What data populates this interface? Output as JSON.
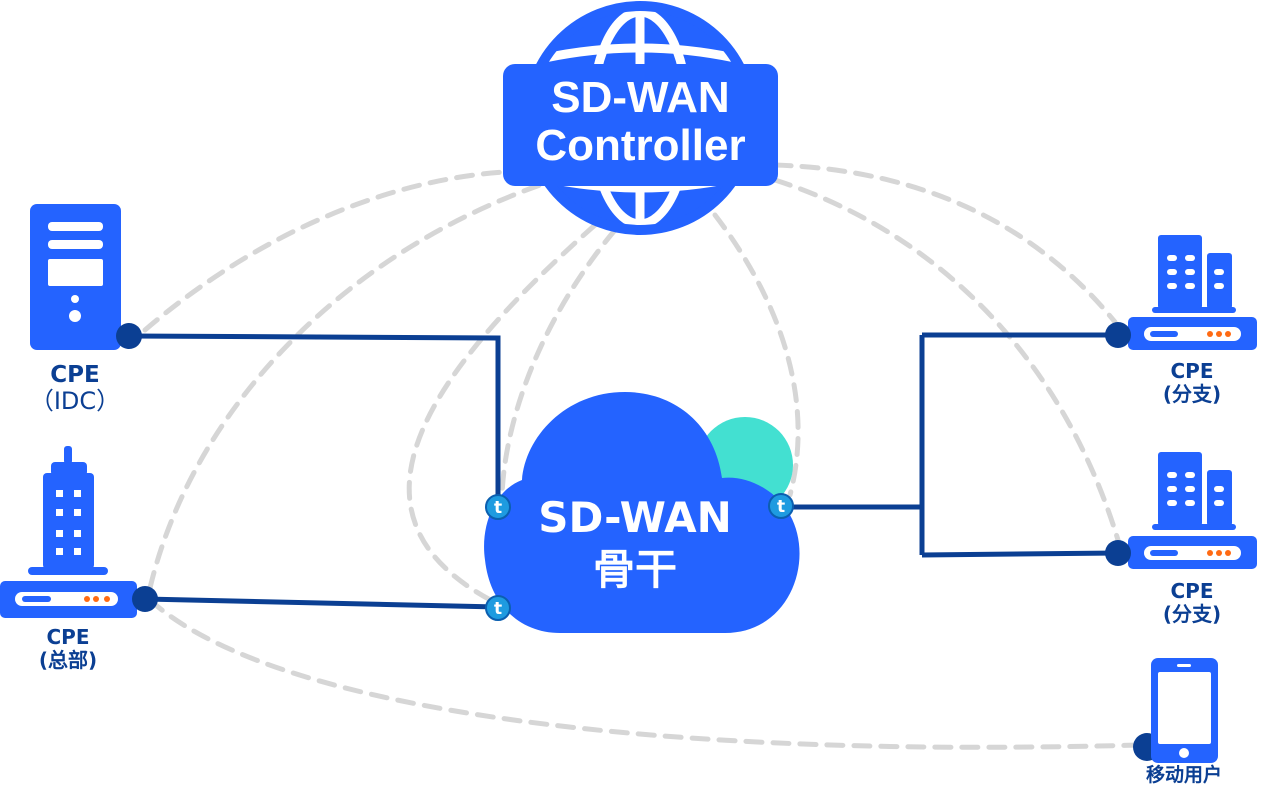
{
  "colors": {
    "primary_blue": "#2463ff",
    "dark_blue": "#0b3f93",
    "accent_teal": "#43e0d1",
    "dashed_gray": "#d6d6d6",
    "led_orange": "#ff6a13",
    "tunnel_badge": "#1e9be0"
  },
  "controller": {
    "line1": "SD-WAN",
    "line2": "Controller",
    "icon": "globe-icon"
  },
  "backbone": {
    "line1": "SD-WAN",
    "line2": "骨干",
    "icon": "cloud-icon",
    "port_icon": "tunnel-t-icon"
  },
  "nodes": [
    {
      "id": "idc",
      "icon": "server-icon",
      "title": "CPE",
      "subtitle": "（IDC）"
    },
    {
      "id": "hq",
      "icon": "building-router-icon",
      "title": "CPE",
      "subtitle": "(总部)"
    },
    {
      "id": "branch1",
      "icon": "buildings-router-icon",
      "title": "CPE",
      "subtitle": "(分支)"
    },
    {
      "id": "branch2",
      "icon": "buildings-router-icon",
      "title": "CPE",
      "subtitle": "(分支)"
    },
    {
      "id": "mobile",
      "icon": "smartphone-icon",
      "title": "移动用户",
      "subtitle": ""
    }
  ],
  "links": {
    "solid": [
      {
        "from": "idc",
        "to": "backbone"
      },
      {
        "from": "hq",
        "to": "backbone"
      },
      {
        "from": "backbone",
        "to": "branch1"
      },
      {
        "from": "backbone",
        "to": "branch2"
      }
    ],
    "dashed": [
      {
        "from": "controller",
        "to": "idc"
      },
      {
        "from": "controller",
        "to": "hq"
      },
      {
        "from": "controller",
        "to": "backbone"
      },
      {
        "from": "controller",
        "to": "branch1"
      },
      {
        "from": "controller",
        "to": "branch2"
      },
      {
        "from": "hq",
        "to": "mobile"
      }
    ]
  }
}
